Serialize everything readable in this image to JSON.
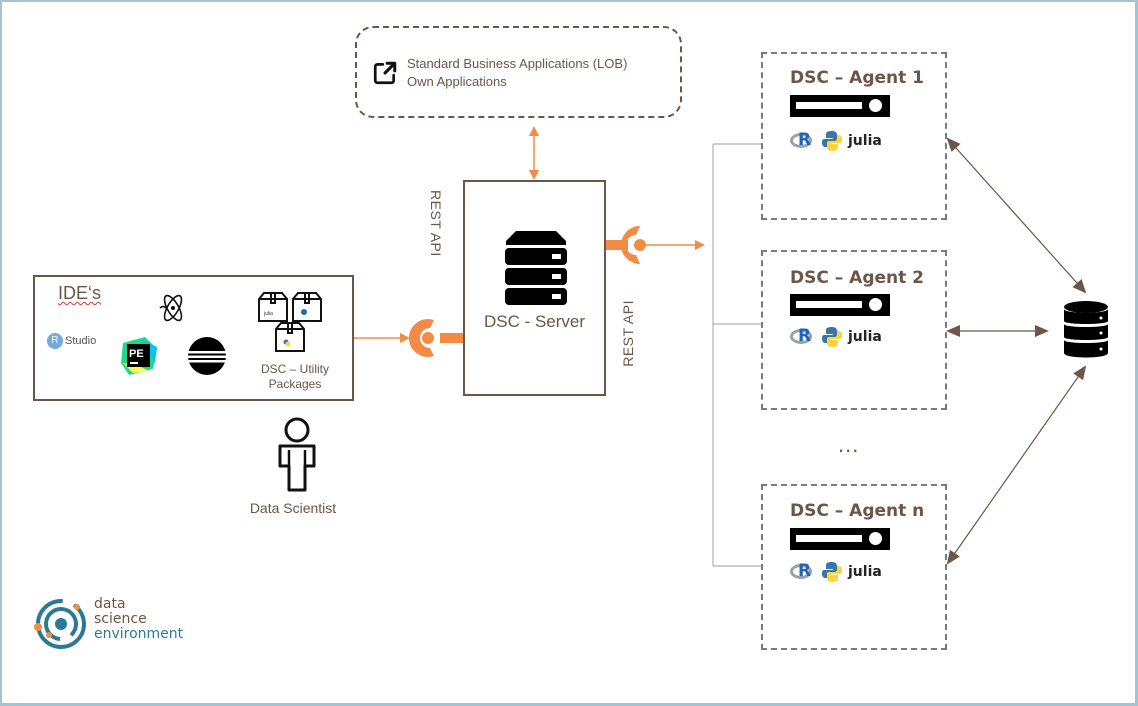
{
  "diagram": {
    "external_apps": {
      "icon": "external-link-icon",
      "lines": [
        "Standard Business Applications (LOB)",
        "Own Applications"
      ]
    },
    "server": {
      "label": "DSC - Server",
      "icon": "server-stack-icon"
    },
    "rest_api_left": "REST API",
    "rest_api_right": "REST API",
    "ide_panel": {
      "title": "IDE‘s",
      "tools": [
        {
          "name": "RStudio",
          "icon": "rstudio-icon",
          "label_r": "R",
          "label": "Studio"
        },
        {
          "name": "Atom",
          "icon": "atom-icon"
        },
        {
          "name": "PyCharm Edu",
          "icon": "pycharm-icon",
          "label": "PE"
        },
        {
          "name": "Eclipse",
          "icon": "eclipse-icon"
        }
      ],
      "utility_packages": {
        "line1": "DSC – Utility",
        "line2": "Packages",
        "icons": [
          "package-julia-icon",
          "package-r-icon",
          "package-python-icon"
        ]
      }
    },
    "user": {
      "label": "Data Scientist",
      "icon": "person-icon"
    },
    "agents": [
      {
        "title": "DSC – Agent 1",
        "languages": [
          "R",
          "Python",
          "julia"
        ]
      },
      {
        "title": "DSC – Agent 2",
        "languages": [
          "R",
          "Python",
          "julia"
        ]
      },
      {
        "title": "DSC – Agent n",
        "languages": [
          "R",
          "Python",
          "julia"
        ]
      }
    ],
    "ellipsis": "...",
    "database": {
      "icon": "database-icon"
    },
    "logo": {
      "line1": "data",
      "line2": "science",
      "line3": "environment"
    },
    "colors": {
      "accent": "#f28c45",
      "text": "#6b5647",
      "frame": "#a6c3d0",
      "agent_border": "#7a7a7a",
      "logo_blue": "#2b7a95"
    }
  }
}
